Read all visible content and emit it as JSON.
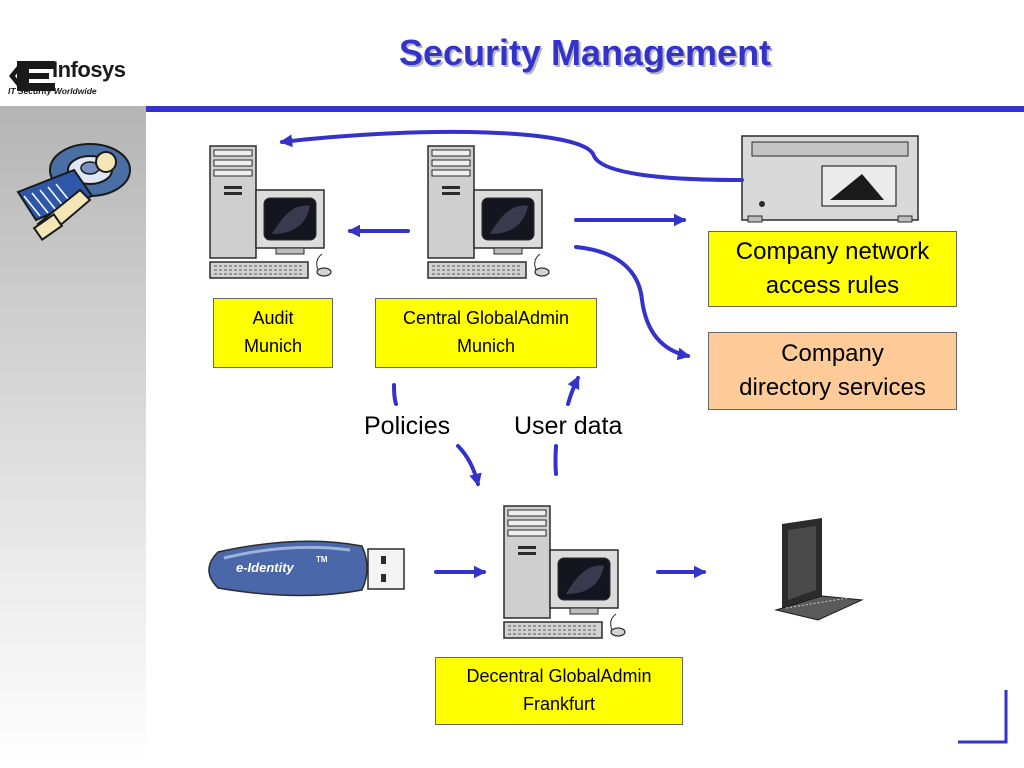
{
  "header": {
    "title": "Security Management",
    "logo_text": "Infosys",
    "logo_tagline": "IT Security Worldwide"
  },
  "nodes": {
    "audit": {
      "line1": "Audit",
      "line2": "Munich"
    },
    "central": {
      "line1": "Central GlobalAdmin",
      "line2": "Munich"
    },
    "network_rules": {
      "line1": "Company network",
      "line2": "access rules"
    },
    "directory": {
      "line1": "Company",
      "line2": "directory services"
    },
    "decentral": {
      "line1": "Decentral GlobalAdmin",
      "line2": "Frankfurt"
    }
  },
  "edge_labels": {
    "policies": "Policies",
    "user_data": "User data"
  },
  "token": {
    "brand": "e-Identity",
    "trademark": "TM"
  },
  "colors": {
    "accent": "#3333cc",
    "yellow_box": "#ffff00",
    "peach_box": "#ffcc99"
  }
}
